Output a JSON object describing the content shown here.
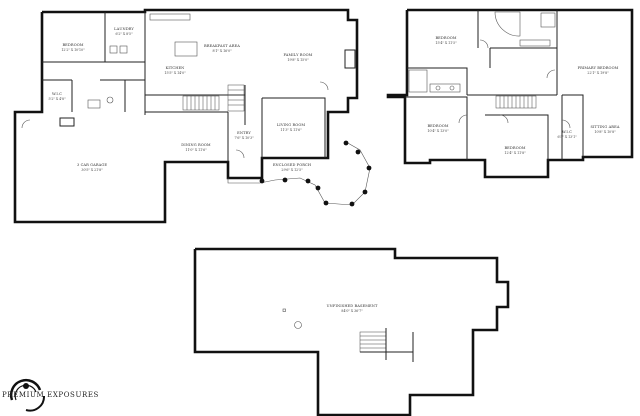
{
  "main_floor": {
    "bedroom": {
      "name": "BEDROOM",
      "dim": "12'2\" X 10'10\""
    },
    "laundry": {
      "name": "LAUNDRY",
      "dim": "6'2\" X 8'5\""
    },
    "wic": {
      "name": "W.I.C",
      "dim": "5'2\" X 4'8\""
    },
    "kitchen": {
      "name": "KITCHEN",
      "dim": "15'5\" X 14'0\""
    },
    "breakfast": {
      "name": "BREAKFAST AREA",
      "dim": "8'1\" X 16'0\""
    },
    "family": {
      "name": "FAMILY ROOM",
      "dim": "19'8\" X 15'0\""
    },
    "living": {
      "name": "LIVING ROOM",
      "dim": "11'3\" X 11'6\""
    },
    "dining": {
      "name": "DINING ROOM",
      "dim": "11'0\" X 11'6\""
    },
    "entry": {
      "name": "ENTRY",
      "dim": "7'6\" X 10'3\""
    },
    "porch": {
      "name": "ENCLOSED PORCH",
      "dim": "29'6\" X 12'5\""
    },
    "garage": {
      "name": "3 CAR GARAGE",
      "dim": "30'5\" X 21'8\""
    }
  },
  "upper_floor": {
    "bedroom1": {
      "name": "BEDROOM",
      "dim": "15'4\" X 11'5\""
    },
    "bedroom2": {
      "name": "BEDROOM",
      "dim": "10'4\" X 13'0\""
    },
    "bedroom3": {
      "name": "BEDROOM",
      "dim": "12'4\" X 11'8\""
    },
    "wic": {
      "name": "W.I.C",
      "dim": "6'5\" X 13'1\""
    },
    "primary": {
      "name": "PRIMARY BEDROOM",
      "dim": "22'1\" X 19'8\""
    },
    "sitting": {
      "name": "SITTING AREA",
      "dim": "10'8\" X 10'8\""
    }
  },
  "basement": {
    "unfinished": {
      "name": "UNFINISHED BASEMENT",
      "dim": "84'0\" X 36'7\""
    }
  },
  "brand": {
    "name": "PREMIUM EXPOSURES"
  }
}
